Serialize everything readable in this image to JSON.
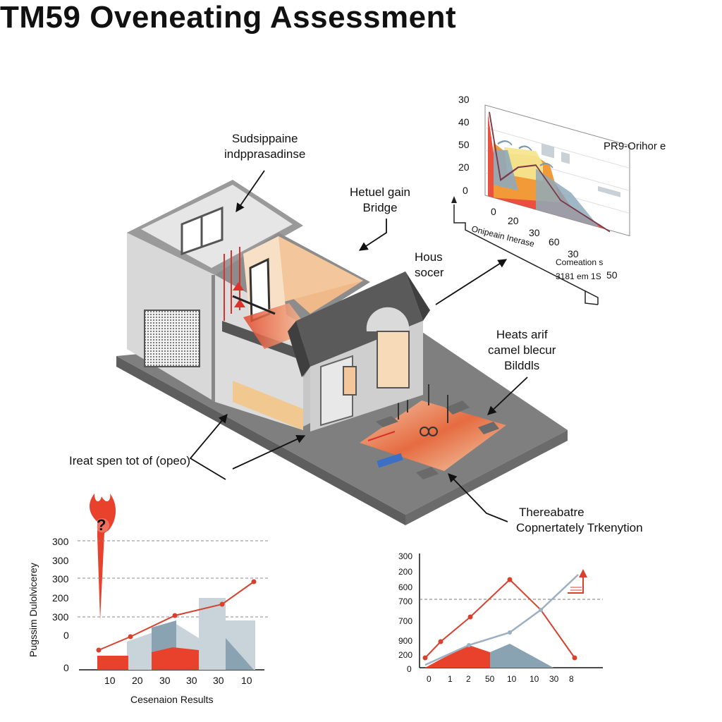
{
  "title": "TM59 Oveneating Assessment",
  "callouts": {
    "top_left": [
      "Sudsippaine",
      "indpprasadinse"
    ],
    "heat_gain": [
      "Hetuel gain",
      "Bridge"
    ],
    "hous": [
      "Hous",
      "socer"
    ],
    "heats": [
      "Heats arif",
      "camel blecur",
      "Bilddls"
    ],
    "treat": "Ireat spen tot of (opeo)",
    "therea": [
      "Thereabatre",
      "Copnertately Trkenytion"
    ]
  },
  "inset": {
    "label": "PR9-Orihor e",
    "y_ticks": [
      "30",
      "40",
      "50",
      "20",
      "0"
    ],
    "x_ticks": [
      "0",
      "20",
      "30",
      "60",
      "30",
      "50"
    ],
    "x_label": "Onipeain Inerase",
    "note_lines": [
      "Comeation s",
      "3181 em 1S"
    ],
    "colors": {
      "red": "#e8412c",
      "orange": "#f29a38",
      "yellow": "#f6e58f",
      "blue": "#8faabb"
    }
  },
  "bottom_left_chart": {
    "y_label": "Pugssim Dulolvicerey",
    "x_label": "Cesenaion Results",
    "y_ticks": [
      "300",
      "300",
      "300",
      "200",
      "300",
      "0",
      "0"
    ],
    "x_ticks": [
      "10",
      "20",
      "30",
      "30",
      "30",
      "10"
    ],
    "flame_symbol": "?",
    "colors": {
      "line": "#d9412f",
      "bar_red": "#e8412c",
      "bar_blue": "#8aa3b3",
      "bar_light": "#c9d3da"
    }
  },
  "bottom_right_chart": {
    "y_ticks": [
      "300",
      "200",
      "600",
      "700",
      "700",
      "900",
      "200",
      "0"
    ],
    "x_ticks": [
      "0",
      "1",
      "2",
      "50",
      "10",
      "10",
      "30",
      "8"
    ],
    "colors": {
      "red_line": "#d9412f",
      "blue_line": "#9db0bf",
      "bar_red": "#e8412c",
      "bar_blue": "#8aa3b3"
    }
  }
}
